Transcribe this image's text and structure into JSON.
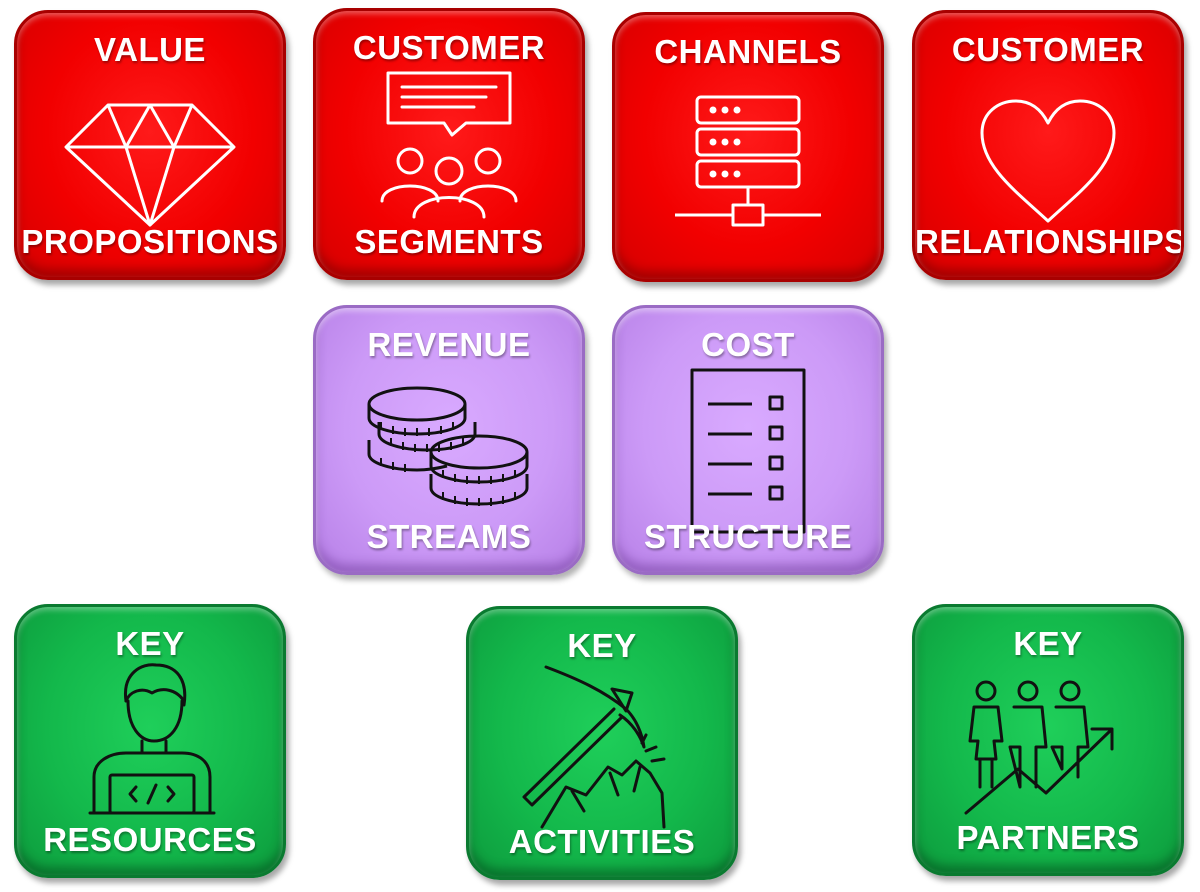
{
  "colors": {
    "red": "#f20000",
    "purple": "#cc9af7",
    "green": "#13b84b",
    "icon_white": "#ffffff",
    "icon_dark": "#111111"
  },
  "tiles": [
    {
      "top": "VALUE",
      "bottom": "PROPOSITIONS",
      "icon": "diamond-icon"
    },
    {
      "top": "CUSTOMER",
      "bottom": "SEGMENTS",
      "icon": "customers-speech-icon"
    },
    {
      "top": "CHANNELS",
      "bottom": "",
      "icon": "server-network-icon"
    },
    {
      "top": "CUSTOMER",
      "bottom": "RELATIONSHIPS",
      "icon": "heart-icon"
    },
    {
      "top": "REVENUE",
      "bottom": "STREAMS",
      "icon": "coins-icon"
    },
    {
      "top": "COST",
      "bottom": "STRUCTURE",
      "icon": "checklist-icon"
    },
    {
      "top": "KEY",
      "bottom": "RESOURCES",
      "icon": "developer-laptop-icon"
    },
    {
      "top": "KEY",
      "bottom": "ACTIVITIES",
      "icon": "pickaxe-mining-icon"
    },
    {
      "top": "KEY",
      "bottom": "PARTNERS",
      "icon": "partners-growth-icon"
    }
  ]
}
